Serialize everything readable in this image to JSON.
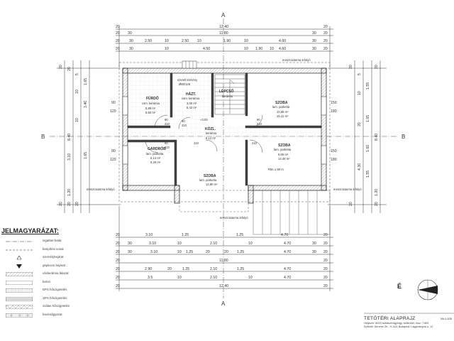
{
  "section_marks": {
    "a_top": "A",
    "a_bottom": "A",
    "b_left": "B",
    "b_right": "B"
  },
  "top_dims": {
    "row1": [
      "20",
      "12.40",
      "20"
    ],
    "row2": [
      "20",
      "30",
      "11.80",
      "30",
      "20"
    ],
    "row3": [
      "20",
      "30",
      "2.50",
      "10",
      "2.50",
      "10",
      "1.90",
      "10",
      "4.60",
      "30",
      "20"
    ],
    "row4": [
      "20",
      "30",
      "10",
      "4.50",
      "10",
      "1.90",
      "10",
      "4.60",
      "30",
      "20"
    ]
  },
  "bottom_dims": {
    "row1": [
      "20",
      "3.10",
      "1.25",
      "1.25",
      "4.70",
      "20"
    ],
    "row2": [
      "20",
      "30",
      "3.10",
      "10",
      "2.10",
      "10",
      "4.70",
      "30",
      "20"
    ],
    "row3": [
      "20",
      "30",
      "3.10",
      "10",
      "1.25",
      "20",
      "20",
      "1.25",
      "4.70",
      "30",
      "20"
    ],
    "row4": [
      "20",
      "2.90",
      "20",
      "1.25",
      "2.10",
      "1.25",
      "4.70",
      "20"
    ],
    "row5": [
      "20",
      "3.5",
      "10",
      "2.10",
      "10",
      "4.70",
      "20"
    ],
    "row6": [
      "20",
      "11.80",
      "20"
    ],
    "row7": [
      "20",
      "12.40",
      "20"
    ]
  },
  "side_dims": {
    "left_outer": [
      "20",
      "20",
      "5",
      "1.65",
      "10",
      "3.40",
      "10",
      "1.65",
      "20"
    ],
    "left_mid": [
      "20",
      "8.40",
      "3.10",
      "1.20",
      "20"
    ],
    "left_inner": [
      "90",
      "120",
      "90",
      "120"
    ],
    "right_inner": [
      "150",
      "180",
      "150",
      "180"
    ],
    "right_outer": [
      "20",
      "5",
      "1.55",
      "10",
      "1.65",
      "20",
      "1.60",
      "1.55",
      "20"
    ],
    "right_mid": [
      "20",
      "8.40",
      "4.30",
      "1.20",
      "20"
    ]
  },
  "rooms": [
    {
      "name": "FÜRDŐ",
      "floor": "csm. kerámia",
      "area1": "5,88 m²",
      "area2": "8,50 m²"
    },
    {
      "name": "HÁZT.",
      "floor": "csm. kerámia",
      "area1": "3,00 m²",
      "area2": "5,42 m²"
    },
    {
      "name": "LÉPCSŐ",
      "floor": "kerámia",
      "area1": "",
      "area2": ""
    },
    {
      "name": "SZOBA",
      "floor": "lam. parketta",
      "area1": "10,58 m²",
      "area2": "15,41 m²"
    },
    {
      "name": "KÖZL.",
      "floor": "kerámia",
      "area1": "9,12 m²",
      "area2": ""
    },
    {
      "name": "GARDRÓB",
      "floor": "lam. parketta",
      "area1": "6,14 m²",
      "area2": "9,29 m²"
    },
    {
      "name": "SZOBA",
      "floor": "lam. parketta",
      "area1": "9,65 m²",
      "area2": "14,49 m²"
    },
    {
      "name": "SZOBA",
      "floor": "lam. parketta",
      "area1": "12,80 m²",
      "area2": ""
    }
  ],
  "annotations": {
    "chimney": "szerelt kémény",
    "chimney_size": "Ø80/126",
    "eaves_top": "ereszcsatorna lefolyó",
    "eaves_left": "ereszcsatorna lefolyó",
    "eaves_right": "ereszcsatorna lefolyó",
    "eaves_bottom": "ereszcsatorna lefolyó",
    "level": "+3.03",
    "rm": "RM=1,90 m",
    "door_sizes": [
      "90",
      "210",
      "90",
      "210",
      "90",
      "210",
      "90",
      "210",
      "210",
      "210"
    ]
  },
  "legend": {
    "title": "JELMAGYARÁZAT:",
    "items": [
      "ingatlan-határ",
      "beépítési vonal",
      "személybejárat",
      "gépkocsi bejárat",
      "vázkerámia falazat",
      "beton",
      "EPS hőszigetelés",
      "XPS hőszigetelés",
      "szálas hőszigetelés",
      "kavicságyazat"
    ]
  },
  "north_label": "É",
  "title_block": {
    "title": "TETŐTÉRI ALAPRAJZ",
    "scale": "M=1:100",
    "line1": "Helyszín: 8043 Iszkaszentgyörgy, belterület, hrsz: 718/9",
    "line2": "Építtető: Dervner Zrt., H-1111 Budapest, Lágymányosi u. 12."
  }
}
